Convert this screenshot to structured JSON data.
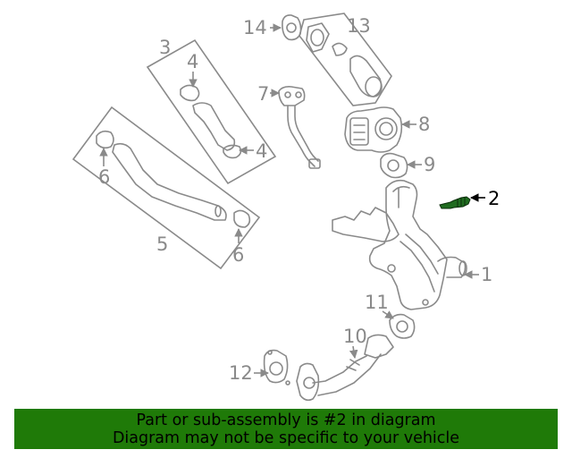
{
  "labels": {
    "l1": "1",
    "l2": "2",
    "l3": "3",
    "l4a": "4",
    "l4b": "4",
    "l5": "5",
    "l6a": "6",
    "l6b": "6",
    "l7": "7",
    "l8": "8",
    "l9": "9",
    "l10": "10",
    "l11": "11",
    "l12": "12",
    "l13": "13",
    "l14": "14"
  },
  "highlight_part": "2",
  "colors": {
    "line": "#8a8a8a",
    "highlight_part_fill": "#1f6b1f",
    "banner_bg": "#1f7a08",
    "banner_text": "#000000"
  },
  "banner": {
    "line1": "Part or sub-assembly is #2 in diagram",
    "line2": "Diagram may not be specific to your vehicle"
  }
}
